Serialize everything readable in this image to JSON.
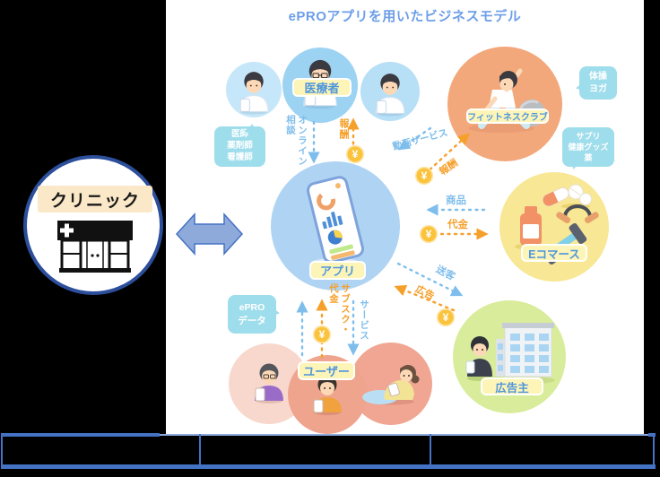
{
  "title": "ePROアプリを用いたビジネスモデル",
  "clinic": {
    "label": "クリニック"
  },
  "nodes": {
    "medical": {
      "label": "医療者"
    },
    "fitness": {
      "label": "フィットネスクラブ"
    },
    "ecommerce": {
      "label": "Eコマース"
    },
    "advertiser": {
      "label": "広告主"
    },
    "users": {
      "label": "ユーザー"
    },
    "app": {
      "label": "アプリ"
    }
  },
  "notes": {
    "medical_roles": "医師\n薬剤師\n看護師",
    "fitness_services": "体操\nヨガ",
    "ecommerce_goods": "サプリ\n健康グッズ\n薬",
    "epro_data": "ePRO\nデータ"
  },
  "flows": {
    "online_consult": "オンライン\n相談",
    "medical_reward": "報酬",
    "video_service": "動画サービス",
    "fitness_reward": "報酬",
    "goods": "商品",
    "payment": "代金",
    "referral": "送客",
    "ads": "広告",
    "service": "サービス",
    "subscription": "サブスク・\n代金",
    "yen": "¥"
  },
  "colors": {
    "title_blue": "#6D9EE8",
    "label_text_blue": "#4E96DC",
    "label_bg_yellow": "#FDF4B8",
    "bubble_cyan": "#9EDDEB",
    "flow_blue": "#7FBEEC",
    "flow_orange": "#F5A02B",
    "coin_yellow": "#FBC33C",
    "table_blue": "#4472C4",
    "table_light_blue": "#8FAADC",
    "arrow_fill": "#8EAADB",
    "clinic_border": "#2C4E9B",
    "circle_medical": "#9CD3F2",
    "circle_app": "#AFD4F3",
    "circle_fitness": "#F3A87C",
    "circle_ecommerce": "#F8E795",
    "circle_advertiser": "#D9EC9B",
    "circle_user": "#EFA48E"
  }
}
